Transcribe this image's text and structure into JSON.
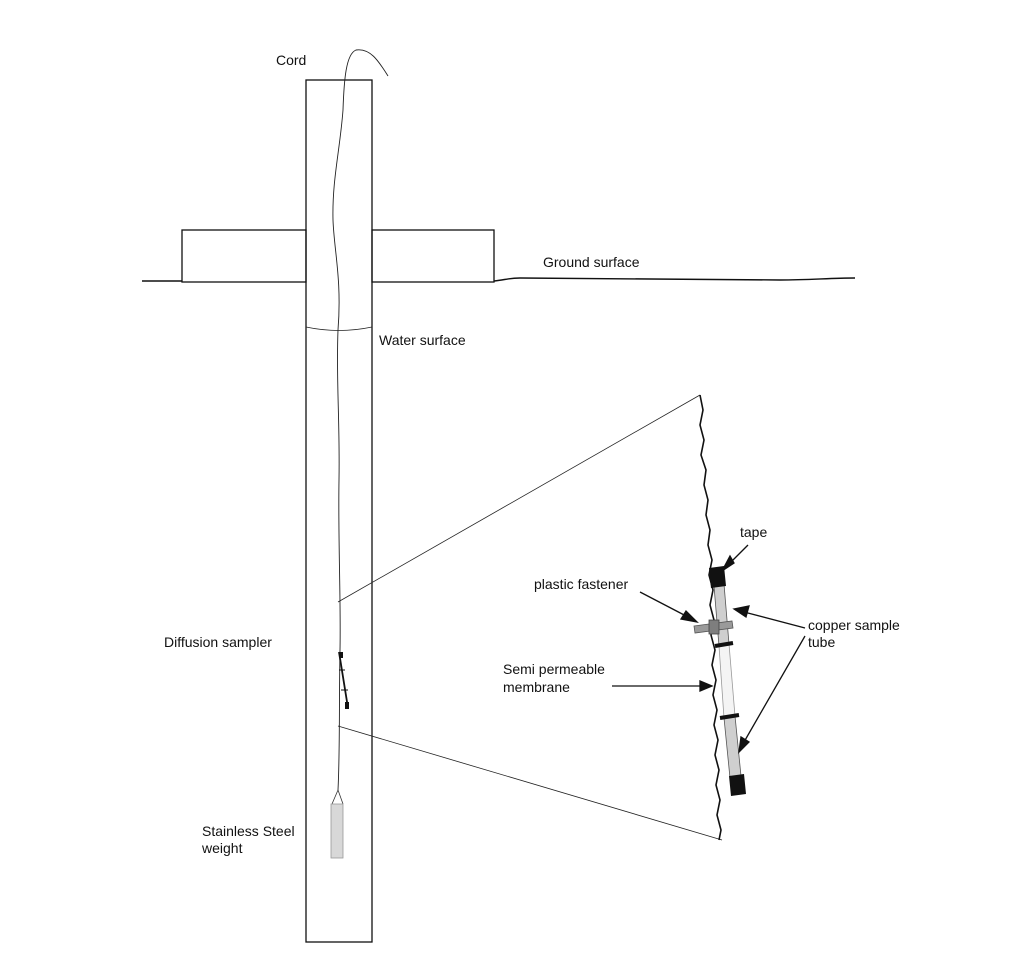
{
  "labels": {
    "cord": "Cord",
    "ground_surface": "Ground surface",
    "water_surface": "Water surface",
    "diffusion_sampler": "Diffusion sampler",
    "stainless_steel_line1": "Stainless Steel",
    "stainless_steel_line2": "weight",
    "tape": "tape",
    "plastic_fastener": "plastic fastener",
    "copper_line1": "copper sample",
    "copper_line2": "tube",
    "membrane_line1": "Semi permeable",
    "membrane_line2": "membrane"
  },
  "colors": {
    "line": "#111111",
    "tube_fill": "#cfcfcf",
    "fastener_fill": "#9a9a9a",
    "tape_fill": "#111111",
    "membrane_fill": "#f4f4f4"
  }
}
